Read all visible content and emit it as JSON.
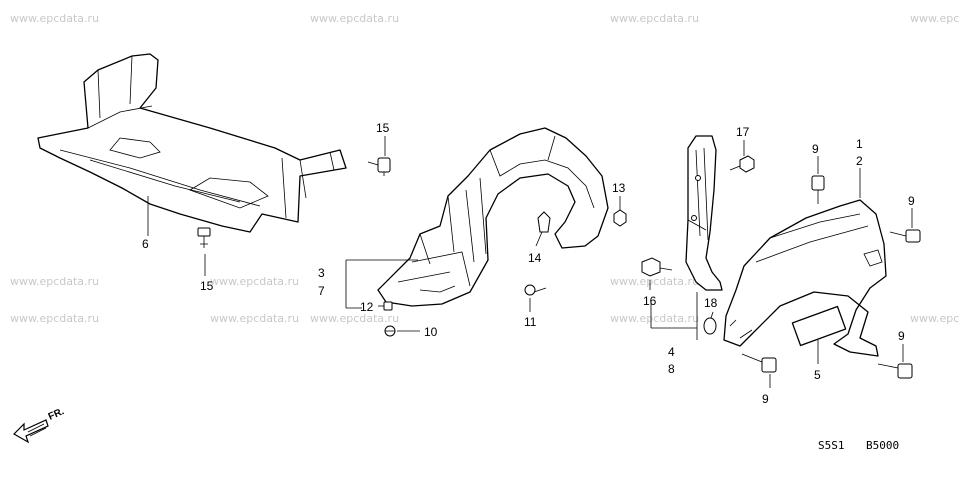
{
  "watermarks": [
    "www.epcdata.ru",
    "www.epcdata.ru",
    "www.epcdata.ru",
    "www.epc",
    "www.epcdata.ru",
    "www.epcdata.ru",
    "www.epcdata.ru",
    "www.epcdata.ru",
    "www.epcdata.ru",
    "www.epcdata.ru",
    "www.epcdata.ru",
    "www.epc"
  ],
  "callouts": {
    "c1": "1",
    "c2": "2",
    "c3": "3",
    "c4": "4",
    "c5": "5",
    "c6": "6",
    "c7": "7",
    "c8": "8",
    "c9a": "9",
    "c9b": "9",
    "c9c": "9",
    "c9d": "9",
    "c10": "10",
    "c11": "11",
    "c12": "12",
    "c13": "13",
    "c14": "14",
    "c15a": "15",
    "c15b": "15",
    "c16": "16",
    "c17": "17",
    "c18": "18"
  },
  "direction_label": "FR.",
  "diagram_code_left": "S5S1",
  "diagram_code_right": "B5000"
}
